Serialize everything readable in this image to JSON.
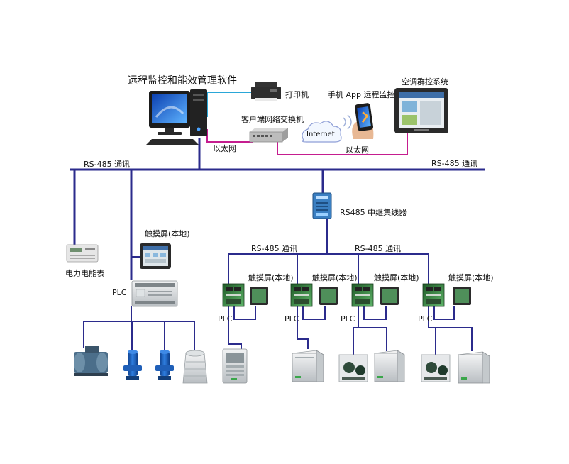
{
  "colors": {
    "bus": "#2b2b8c",
    "ethernet": "#c51d8f",
    "link": "#2aa7d8",
    "device_gray": "#cfd3d6",
    "pump_blue": "#1f5fb8",
    "screen_green": "#2f7a3b"
  },
  "labels": {
    "software": "远程监控和能效管理软件",
    "printer": "打印机",
    "switch": "客户端网络交换机",
    "internet": "Internet",
    "app": "手机 App 远程监控",
    "hvac_group": "空调群控系统",
    "ethernet_left": "以太网",
    "ethernet_right": "以太网",
    "rs485_left": "RS-485 通讯",
    "rs485_right": "RS-485 通讯",
    "repeater": "RS485 中继集线器",
    "rs485_sub_left": "RS-485 通讯",
    "rs485_sub_right": "RS-485 通讯",
    "meter": "电力电能表",
    "touch_local_main": "触摸屏(本地)",
    "plc_main": "PLC",
    "touch_local_1": "触摸屏(本地)",
    "touch_local_2": "触摸屏(本地)",
    "touch_local_3": "触摸屏(本地)",
    "touch_local_4": "触摸屏(本地)",
    "plc_1": "PLC",
    "plc_2": "PLC",
    "plc_3": "PLC",
    "plc_4": "PLC"
  },
  "icons": {
    "computer": "desktop-computer-icon",
    "printer": "printer-icon",
    "switch": "network-switch-icon",
    "cloud": "cloud-icon",
    "phone": "smartphone-icon",
    "hmi": "touch-panel-icon",
    "meter": "power-meter-icon",
    "plc": "plc-icon",
    "chiller": "chiller-icon",
    "pump": "water-pump-icon",
    "tower": "cooling-tower-icon",
    "ahu": "air-handler-icon",
    "condensing": "condensing-unit-icon",
    "controller": "controller-board-icon"
  }
}
